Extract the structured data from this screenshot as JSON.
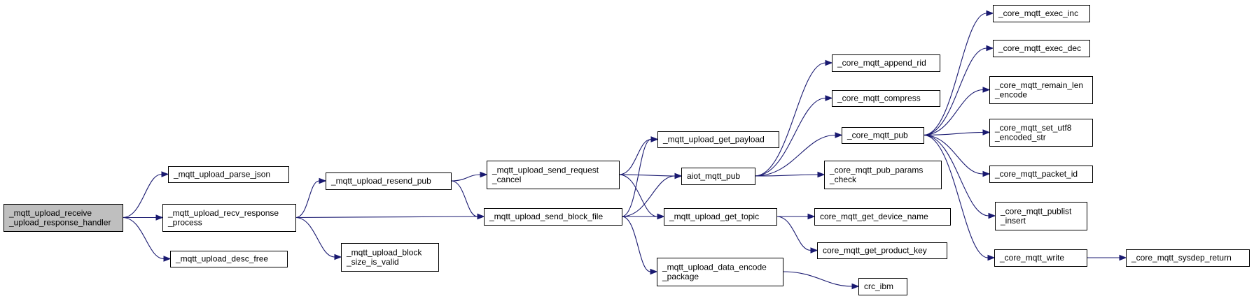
{
  "colors": {
    "edge": "#191970",
    "node_border": "#000000",
    "root_fill": "#bfbfbf",
    "node_fill": "#ffffff",
    "background": "#ffffff"
  },
  "nodes": {
    "root": {
      "lines": [
        "_mqtt_upload_receive",
        "_upload_response_handler"
      ],
      "highlighted": true
    },
    "parse_json": {
      "lines": [
        "_mqtt_upload_parse_json"
      ]
    },
    "recv_response": {
      "lines": [
        "_mqtt_upload_recv_response",
        "_process"
      ]
    },
    "desc_free": {
      "lines": [
        "_mqtt_upload_desc_free"
      ]
    },
    "resend_pub": {
      "lines": [
        "_mqtt_upload_resend_pub"
      ]
    },
    "block_size": {
      "lines": [
        "_mqtt_upload_block",
        "_size_is_valid"
      ]
    },
    "send_request_cancel": {
      "lines": [
        "_mqtt_upload_send_request",
        "_cancel"
      ]
    },
    "send_block_file": {
      "lines": [
        "_mqtt_upload_send_block_file"
      ]
    },
    "get_payload": {
      "lines": [
        "_mqtt_upload_get_payload"
      ]
    },
    "aiot_mqtt_pub": {
      "lines": [
        "aiot_mqtt_pub"
      ]
    },
    "get_topic": {
      "lines": [
        "_mqtt_upload_get_topic"
      ]
    },
    "data_encode": {
      "lines": [
        "_mqtt_upload_data_encode",
        "_package"
      ]
    },
    "append_rid": {
      "lines": [
        "_core_mqtt_append_rid"
      ]
    },
    "compress": {
      "lines": [
        "_core_mqtt_compress"
      ]
    },
    "core_pub": {
      "lines": [
        "_core_mqtt_pub"
      ]
    },
    "pub_params_check": {
      "lines": [
        "_core_mqtt_pub_params",
        "_check"
      ]
    },
    "get_device_name": {
      "lines": [
        "core_mqtt_get_device_name"
      ]
    },
    "get_product_key": {
      "lines": [
        "core_mqtt_get_product_key"
      ]
    },
    "crc_ibm": {
      "lines": [
        "crc_ibm"
      ]
    },
    "exec_inc": {
      "lines": [
        "_core_mqtt_exec_inc"
      ]
    },
    "exec_dec": {
      "lines": [
        "_core_mqtt_exec_dec"
      ]
    },
    "remain_len": {
      "lines": [
        "_core_mqtt_remain_len",
        "_encode"
      ]
    },
    "set_utf8": {
      "lines": [
        "_core_mqtt_set_utf8",
        "_encoded_str"
      ]
    },
    "packet_id": {
      "lines": [
        "_core_mqtt_packet_id"
      ]
    },
    "publist_insert": {
      "lines": [
        "_core_mqtt_publist",
        "_insert"
      ]
    },
    "core_write": {
      "lines": [
        "_core_mqtt_write"
      ]
    },
    "sysdep_return": {
      "lines": [
        "_core_mqtt_sysdep_return"
      ]
    }
  },
  "edges": [
    [
      "root",
      "parse_json"
    ],
    [
      "root",
      "recv_response"
    ],
    [
      "root",
      "desc_free"
    ],
    [
      "recv_response",
      "resend_pub"
    ],
    [
      "recv_response",
      "send_block_file"
    ],
    [
      "recv_response",
      "block_size"
    ],
    [
      "resend_pub",
      "send_request_cancel"
    ],
    [
      "resend_pub",
      "send_block_file"
    ],
    [
      "send_request_cancel",
      "get_payload"
    ],
    [
      "send_request_cancel",
      "aiot_mqtt_pub"
    ],
    [
      "send_request_cancel",
      "get_topic"
    ],
    [
      "send_block_file",
      "get_payload"
    ],
    [
      "send_block_file",
      "aiot_mqtt_pub"
    ],
    [
      "send_block_file",
      "get_topic"
    ],
    [
      "send_block_file",
      "data_encode"
    ],
    [
      "aiot_mqtt_pub",
      "append_rid"
    ],
    [
      "aiot_mqtt_pub",
      "compress"
    ],
    [
      "aiot_mqtt_pub",
      "core_pub"
    ],
    [
      "aiot_mqtt_pub",
      "pub_params_check"
    ],
    [
      "get_topic",
      "get_device_name"
    ],
    [
      "get_topic",
      "get_product_key"
    ],
    [
      "data_encode",
      "crc_ibm"
    ],
    [
      "core_pub",
      "exec_inc"
    ],
    [
      "core_pub",
      "exec_dec"
    ],
    [
      "core_pub",
      "remain_len"
    ],
    [
      "core_pub",
      "set_utf8"
    ],
    [
      "core_pub",
      "packet_id"
    ],
    [
      "core_pub",
      "publist_insert"
    ],
    [
      "core_pub",
      "core_write"
    ],
    [
      "core_write",
      "sysdep_return"
    ]
  ]
}
